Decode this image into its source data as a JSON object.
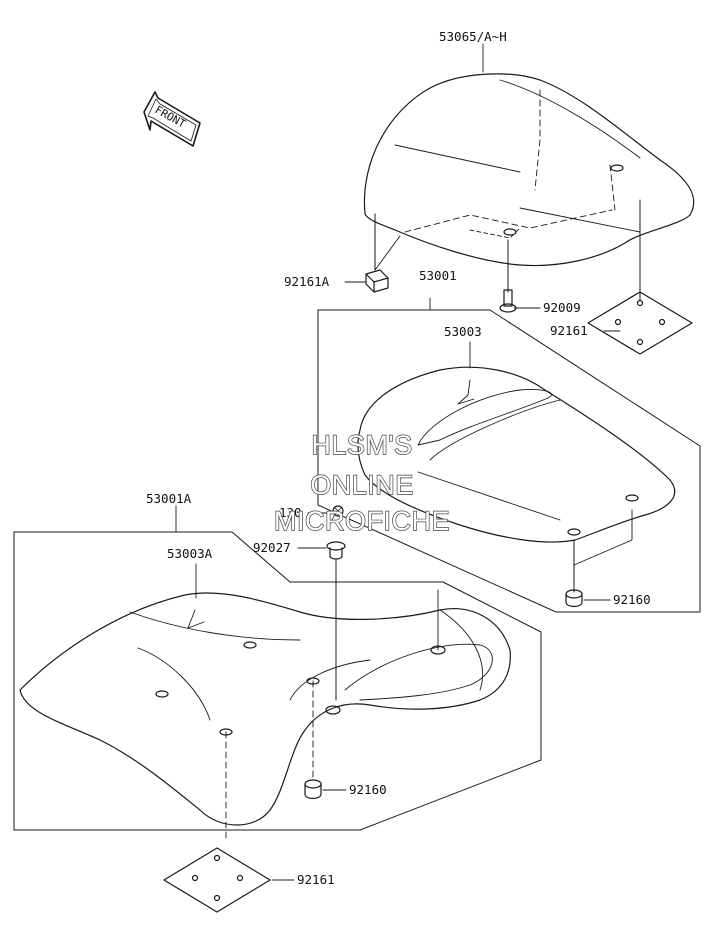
{
  "front_label": "FRONT",
  "watermark": {
    "line1": "HLSM'S",
    "line2": "ONLINE",
    "line3": "MICROFICHE"
  },
  "labels": {
    "cover": "53065/A~H",
    "clip_92161A": "92161A",
    "seat_53001": "53001",
    "bolt_92009": "92009",
    "pad_92161_top": "92161",
    "cover_53003": "53003",
    "damper_92160_top": "92160",
    "seat_53001A": "53001A",
    "torque_130": "130",
    "collar_92027": "92027",
    "cover_53003A": "53003A",
    "damper_92160_bottom": "92160",
    "pad_92161_bottom": "92161"
  },
  "colors": {
    "line": "#1a1a1a",
    "background": "#ffffff",
    "part_fill": "#ffffff"
  }
}
